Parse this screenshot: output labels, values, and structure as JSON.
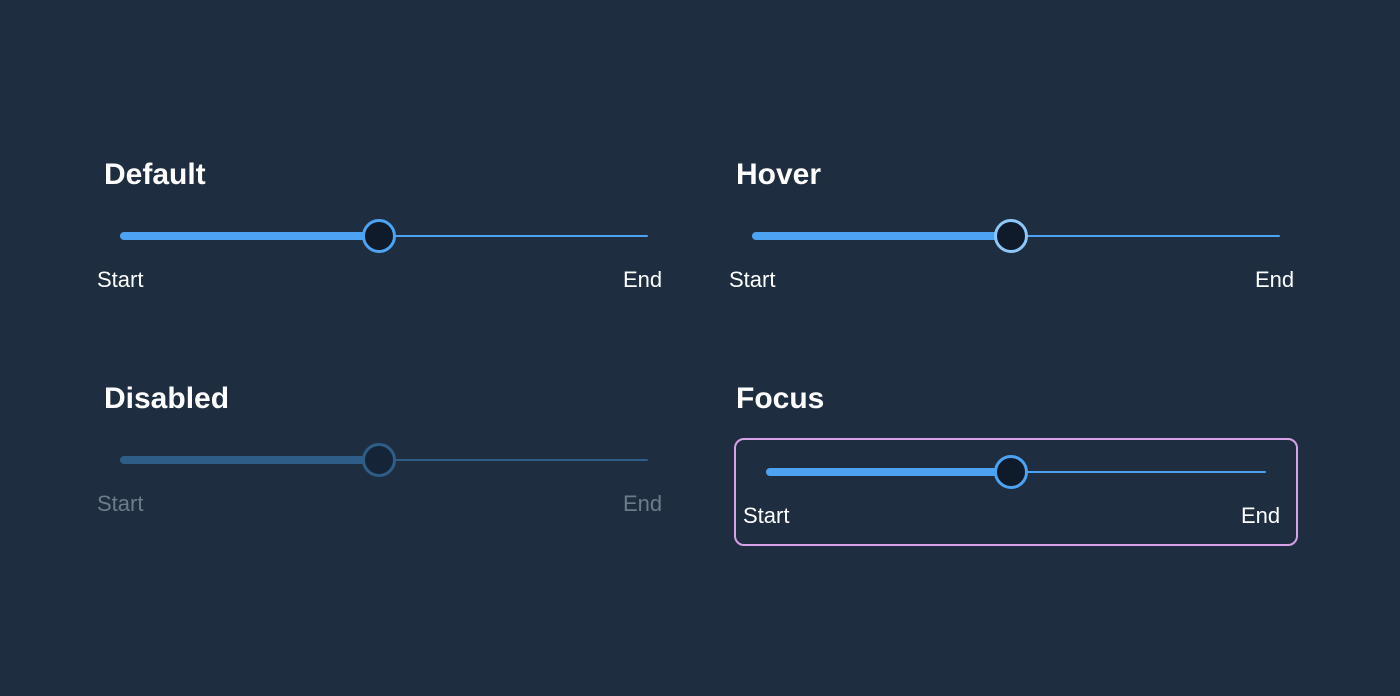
{
  "sliders": [
    {
      "id": "default",
      "title": "Default",
      "state": "default",
      "value_percent": 49,
      "start_label": "Start",
      "end_label": "End"
    },
    {
      "id": "hover",
      "title": "Hover",
      "state": "hover",
      "value_percent": 49,
      "start_label": "Start",
      "end_label": "End"
    },
    {
      "id": "disabled",
      "title": "Disabled",
      "state": "disabled",
      "value_percent": 49,
      "start_label": "Start",
      "end_label": "End"
    },
    {
      "id": "focus",
      "title": "Focus",
      "state": "focus",
      "value_percent": 49,
      "start_label": "Start",
      "end_label": "End"
    }
  ],
  "colors": {
    "background": "#1e2d3f",
    "accent": "#4da3f2",
    "hover_thumb_border": "#8cc7f8",
    "disabled": "#2e5d87",
    "disabled_text": "#6d7b8a",
    "focus_ring": "#d7a3e6",
    "thumb_fill": "#0f1a2a"
  }
}
